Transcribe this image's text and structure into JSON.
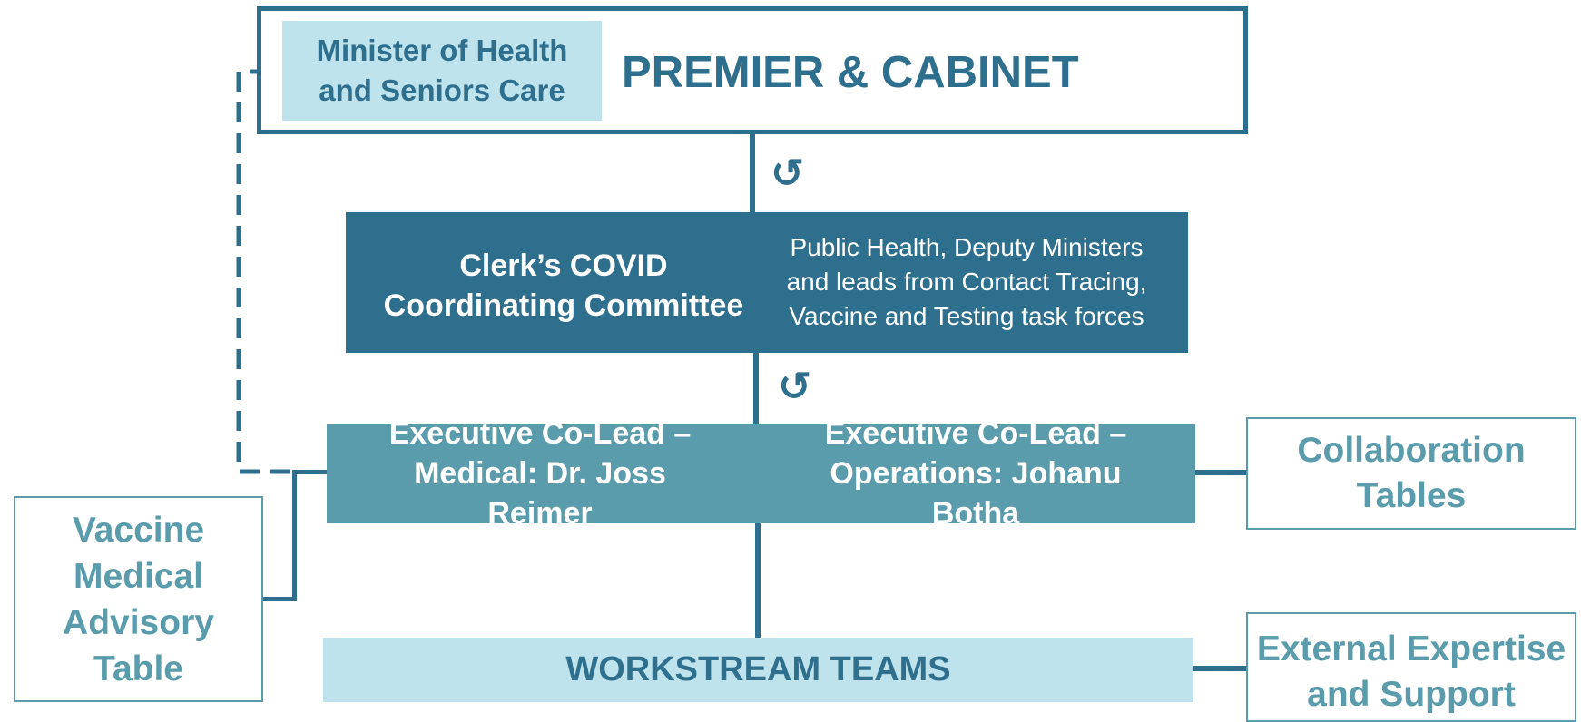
{
  "premier": {
    "minister_label_line1": "Minister of Health",
    "minister_label_line2": "and Seniors Care",
    "title": "PREMIER & CABINET"
  },
  "clerk_committee": {
    "title_line1": "Clerk’s COVID",
    "title_line2": "Coordinating Committee",
    "members_line1": "Public Health, Deputy Ministers",
    "members_line2": "and leads from Contact Tracing,",
    "members_line3": "Vaccine and Testing task forces"
  },
  "executive": {
    "medical_line1": "Executive Co-Lead –",
    "medical_line2": "Medical: Dr. Joss Reimer",
    "operations_line1": "Executive Co-Lead –",
    "operations_line2": "Operations: Johanu Botha"
  },
  "workstream": {
    "title": "WORKSTREAM TEAMS"
  },
  "side_boxes": {
    "collaboration_line1": "Collaboration",
    "collaboration_line2": "Tables",
    "external_line1": "External Expertise",
    "external_line2": "and Support",
    "vaccine_line1": "Vaccine",
    "vaccine_line2": "Medical",
    "vaccine_line3": "Advisory",
    "vaccine_line4": "Table"
  },
  "icons": {
    "cycle_glyph": "↺"
  },
  "colors": {
    "dark_teal": "#2e6f8e",
    "mid_teal": "#5a9cac",
    "light_teal": "#bfe3ec"
  }
}
